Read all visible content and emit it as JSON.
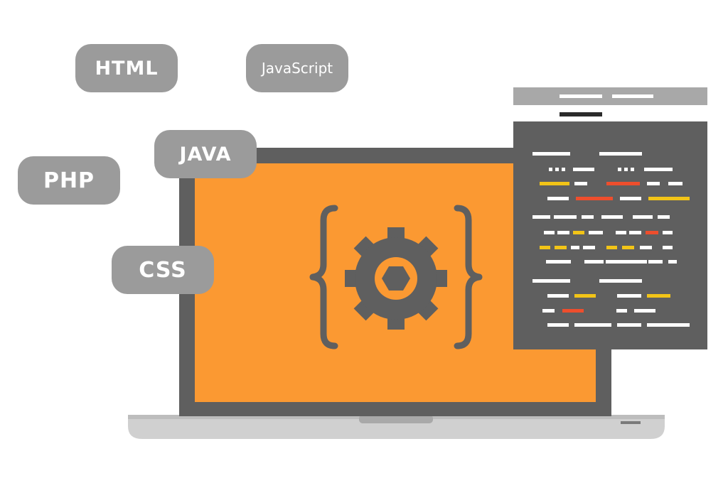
{
  "tags": {
    "html": "HTML",
    "javascript": "JavaScript",
    "java": "JAVA",
    "php": "PHP",
    "css": "CSS"
  },
  "icons": {
    "center": "gear-icon",
    "braces": "curly-braces-icon",
    "panel": "code-window-icon"
  },
  "colors": {
    "screen": "#fb9932",
    "bezel": "#5f5f5f",
    "tag": "#9b9b9b",
    "code_white": "#ffffff",
    "code_yellow": "#f2c417",
    "code_red": "#ee4e2d"
  }
}
